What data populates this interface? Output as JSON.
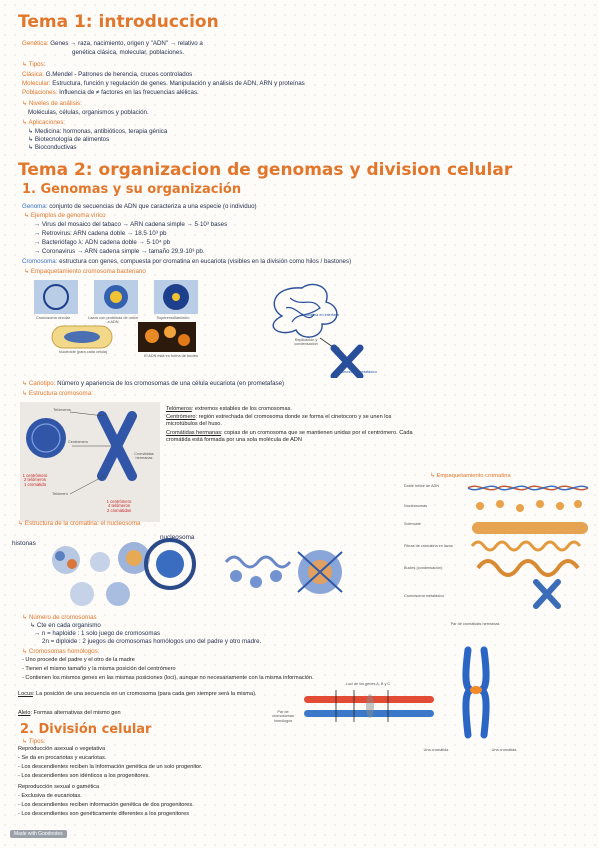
{
  "tema1": {
    "title": "Tema 1: introduccion",
    "genetica": {
      "label": "Genética:",
      "line1": "Genes → raza, nacimiento, origen y \"ADN\" → relativo a",
      "line2": "genética clásica, molecular, poblaciones."
    },
    "tipos_label": "↳ Tipos:",
    "clasica": {
      "label": "Clásica:",
      "text": "G.Mendel - Patrones de herencia, cruces controlados"
    },
    "molecular": {
      "label": "Molecular:",
      "text": "Estructura, función y regulación de genes. Manipulación y análisis de ADN, ARN y proteínas"
    },
    "poblaciones": {
      "label": "Poblaciones:",
      "text": "Influencia de ≠ factores en las frecuencias alélicas."
    },
    "niveles": {
      "label": "↳ Niveles de análisis:",
      "text": "Moléculas, células, organismos y población."
    },
    "aplicaciones": {
      "label": "↳ Aplicaciones:",
      "items": [
        "↳ Medicina: hormonas, antibióticos, terapia génica",
        "↳ Biotecnología de alimentos",
        "↳ Bioconductivas"
      ]
    }
  },
  "tema2": {
    "title": "Tema 2: organizacion de genomas y division celular",
    "s1": "1.   Genomas y su organización",
    "genoma": {
      "label": "Genoma:",
      "text": "conjunto de secuencias de ADN que caracteriza a una especie (o individuo)"
    },
    "ejemplos_label": "↳ Ejemplos de genoma vírico",
    "ejemplos": [
      "→ Virus del mosaico del tabaco → ARN cadena simple → 5·10³ bases",
      "→ Retrovirus: ARN cadena doble → 18.5·10³ pb",
      "→ Bacteriófago λ: ADN cadena doble → 5·10⁴ pb",
      "→ Coronavirus → ARN cadena simple → tamaño 29,9·10³ pb."
    ],
    "cromosoma": {
      "label": "Cromosoma:",
      "text": "estructura con genes, compuesta por cromatina en eucariota (visibles en la división como hilos / bastones)"
    },
    "empaquetamiento_bact": "↳ Empaquetamiento cromosoma bacteriano",
    "bact_captions": [
      "Cromosoma circular",
      "Lazos con proteínas de unión a ADN",
      "Superenrollamiento",
      "Nucleoide (para cada célula)",
      "El ADN está en forma de bucles"
    ],
    "cromatina_interfase": "Cromatina en interfase",
    "replicacion": "Replicación y condensación",
    "cromosoma_metafasico": "Cromosoma metafásico",
    "cariotipo": {
      "label": "↳ Cariotipo:",
      "text": "Número y apariencia de los cromosomas de una célula eucariota (en prometafase)"
    },
    "estructura_label": "↳ Estructura cromosoma:",
    "cr_labels": {
      "telomeros": "Telómeros",
      "centromero": "Centrómero",
      "cromatidas": "Cromátidas hermanas",
      "telomero": "Telómero"
    },
    "counts_left": [
      "1 centrómero",
      "2 telómeros",
      "1 cromátida"
    ],
    "counts_right": [
      "1 centrómero",
      "4 telómeros",
      "2 cromátidas"
    ],
    "defs": {
      "telomeros": {
        "term": "Telómeros",
        "text": ": extremos estables de los cromosomas."
      },
      "centromero": {
        "term": "Centrómero",
        "text": ": región estrechada del cromosoma donde se forma el cinetocoro y se unen los microtúbulos del huso."
      },
      "cromatidas": {
        "term": "Cromátidas hermanas",
        "text": ": copias de un cromosoma que se mantienen unidas por el centrómero. Cada cromátida está formada por una sola molécula de ADN"
      }
    },
    "empaq_cromatina": "↳ Empaquetamiento cromatina",
    "empaq_steps": [
      "Doble hélice de ADN",
      "Nucleosomas",
      "Solenoide",
      "Fibras de cromatina en lazos",
      "Bucles (condensación)",
      "Cromosoma metafásico"
    ],
    "estructura_nucleosoma": "↳ Estructura de la cromatina: el nucleosoma",
    "histonas": "histonas",
    "nucleosoma": "nucleosoma",
    "numero_label": "↳ Número de cromosomas",
    "numero_items": [
      "↳ Cte en cada organismo",
      "→ n = haploide : 1 solo juego de cromosomas",
      "2n = diploide : 2 juegos de cromosomas homólogos uno del padre y otro madre."
    ],
    "homologos_label": "↳ Cromosomas homólogos:",
    "homologos_items": [
      "- Uno procede del padre y el otro de la madre",
      "- Tienen el mismo tamaño y la misma posición del centrómero",
      "- Contienen los mismos genes en las mismas posiciones (loci), aunque no necesariamente con la misma información."
    ],
    "locus": {
      "term": "Locus",
      "text": ": La posición de una secuencia en un cromosoma (para cada gen siempre será la misma)."
    },
    "alelo": {
      "term": "Alelo",
      "text": ": Formas alternativas del mismo gen"
    },
    "par_cromatidas": "Par de cromátidas hermanas",
    "una_cromatida_l": "Una cromátida",
    "una_cromatida_r": "Una cromátida",
    "loci_label": "Loci de los genes A, B y C",
    "par_homologos": "Par de cromosomas homólogos",
    "s2": "2. División celular",
    "tipos2_label": "↳ Tipos:",
    "tipos2": [
      "Reproducción asexual o vegetativa",
      "- Se da en procariotas y eucariotas.",
      "- Los descendientes reciben la información genética de un solo progenitor.",
      "- Los descendientes son idénticos a los progenitores.",
      "Reproducción sexual o gamética",
      "- Exclusiva de eucariotas.",
      "- Los descendientes reciben información genética de dos progenitores.",
      "- Los descendientes son genéticamente diferentes a los progenitores"
    ]
  },
  "footer": {
    "badge": "Made with Goodnotes"
  }
}
